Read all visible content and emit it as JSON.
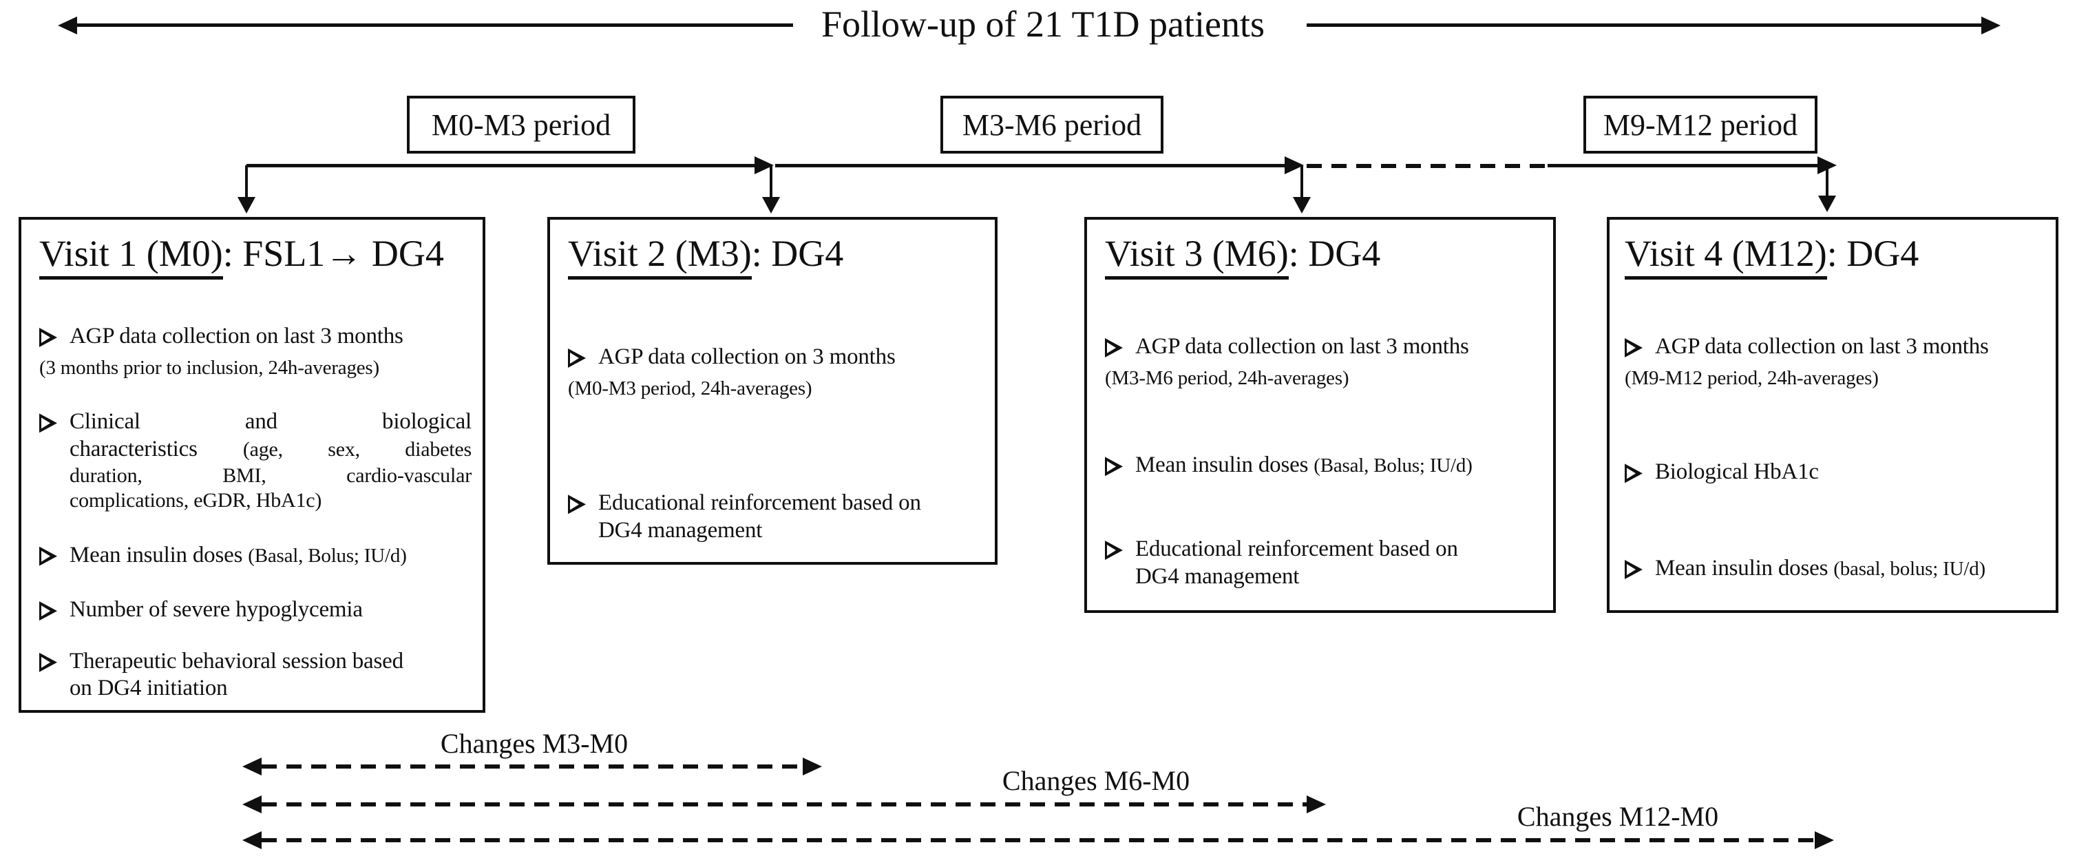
{
  "colors": {
    "ink": "#101010",
    "background": "#ffffff"
  },
  "title": "Follow-up of 21 T1D patients",
  "periods": [
    {
      "label": "M0-M3 period"
    },
    {
      "label": "M3-M6 period"
    },
    {
      "label": "M9-M12 period"
    }
  ],
  "visits": [
    {
      "heading_u": "Visit 1 (M0)",
      "heading_rest": ": FSL1→ DG4",
      "items": [
        {
          "text": "AGP data collection on last 3 months",
          "sub": "(3 months prior to inclusion, 24h-averages)"
        },
        {
          "line1": "Clinical and biological",
          "line2a": "characteristics ",
          "line2b": "(age, sex, diabetes",
          "line3": "duration, BMI, cardio-vascular",
          "line4": "complications, eGDR, HbA1c)"
        },
        {
          "text": "Mean insulin doses ",
          "small": "(Basal, Bolus; IU/d)"
        },
        {
          "text": "Number of severe hypoglycemia"
        },
        {
          "text": "Therapeutic behavioral session based\non DG4 initiation"
        }
      ]
    },
    {
      "heading_u": "Visit 2 (M3)",
      "heading_rest": ": DG4",
      "items": [
        {
          "text": "AGP data collection on 3 months",
          "sub": "(M0-M3 period, 24h-averages)"
        },
        {
          "text": "Educational reinforcement based on\nDG4 management"
        }
      ]
    },
    {
      "heading_u": "Visit 3 (M6)",
      "heading_rest": ": DG4",
      "items": [
        {
          "text": "AGP data collection on last 3 months",
          "sub": "(M3-M6 period, 24h-averages)"
        },
        {
          "text": "Mean insulin doses ",
          "small": "(Basal, Bolus; IU/d)"
        },
        {
          "text": "Educational reinforcement based on\nDG4 management"
        }
      ]
    },
    {
      "heading_u": "Visit 4 (M12)",
      "heading_rest": ": DG4",
      "items": [
        {
          "text": "AGP data collection on last 3 months",
          "sub": "(M9-M12 period, 24h-averages)"
        },
        {
          "text": "Biological HbA1c"
        },
        {
          "text": "Mean insulin doses ",
          "small": "(basal, bolus; IU/d)"
        }
      ]
    }
  ],
  "changes": [
    {
      "label": "Changes M3-M0"
    },
    {
      "label": "Changes M6-M0"
    },
    {
      "label": "Changes M12-M0"
    }
  ]
}
